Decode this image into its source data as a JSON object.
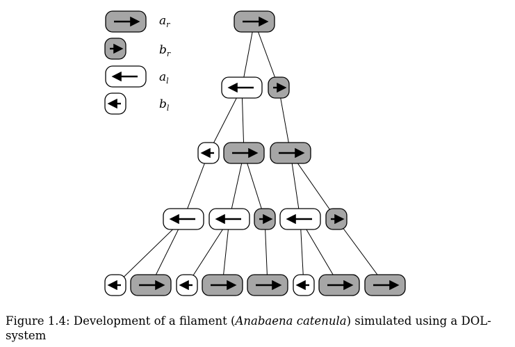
{
  "legend": [
    {
      "symbol": "a",
      "sub": "r",
      "type": "ar"
    },
    {
      "symbol": "b",
      "sub": "r",
      "type": "br"
    },
    {
      "symbol": "a",
      "sub": "l",
      "type": "al"
    },
    {
      "symbol": "b",
      "sub": "l",
      "type": "bl"
    }
  ],
  "colors": {
    "right_cell": "#a6a6a6",
    "left_cell": "#ffffff",
    "stroke": "#000000"
  },
  "tree": {
    "generations": [
      [
        "ar"
      ],
      [
        "al",
        "br"
      ],
      [
        "bl",
        "ar",
        "ar"
      ],
      [
        "al",
        "al",
        "br",
        "al",
        "br"
      ],
      [
        "bl",
        "ar",
        "bl",
        "ar",
        "ar",
        "bl",
        "ar",
        "ar"
      ]
    ],
    "edges": [
      [
        [
          0,
          0
        ],
        [
          1,
          0
        ]
      ],
      [
        [
          0,
          0
        ],
        [
          1,
          1
        ]
      ],
      [
        [
          1,
          0
        ],
        [
          2,
          0
        ]
      ],
      [
        [
          1,
          0
        ],
        [
          2,
          1
        ]
      ],
      [
        [
          1,
          1
        ],
        [
          2,
          2
        ]
      ],
      [
        [
          2,
          0
        ],
        [
          3,
          0
        ]
      ],
      [
        [
          2,
          1
        ],
        [
          3,
          1
        ]
      ],
      [
        [
          2,
          1
        ],
        [
          3,
          2
        ]
      ],
      [
        [
          2,
          2
        ],
        [
          3,
          3
        ]
      ],
      [
        [
          2,
          2
        ],
        [
          3,
          4
        ]
      ],
      [
        [
          3,
          0
        ],
        [
          4,
          0
        ]
      ],
      [
        [
          3,
          0
        ],
        [
          4,
          1
        ]
      ],
      [
        [
          3,
          1
        ],
        [
          4,
          2
        ]
      ],
      [
        [
          3,
          1
        ],
        [
          4,
          3
        ]
      ],
      [
        [
          3,
          2
        ],
        [
          4,
          4
        ]
      ],
      [
        [
          3,
          3
        ],
        [
          4,
          5
        ]
      ],
      [
        [
          3,
          3
        ],
        [
          4,
          6
        ]
      ],
      [
        [
          3,
          4
        ],
        [
          4,
          7
        ]
      ]
    ]
  },
  "caption": {
    "prefix": "Figure 1.4: Development of a filament (",
    "species": "Anabaena catenula",
    "suffix": ") simulated using a DOL-system"
  }
}
